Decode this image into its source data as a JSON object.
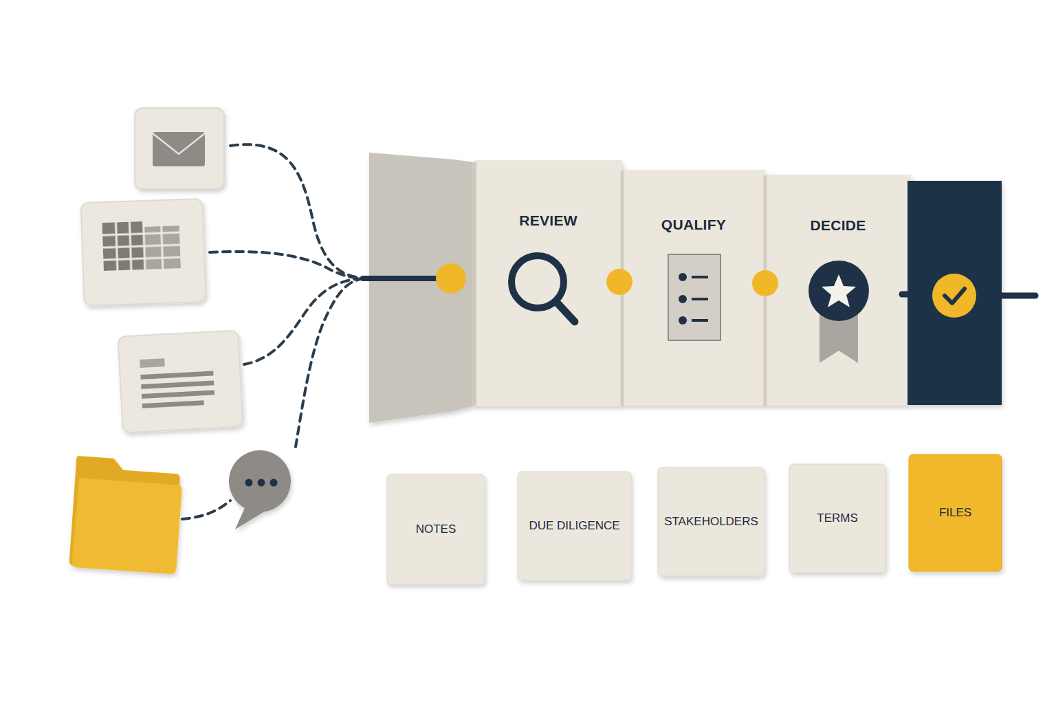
{
  "diagram": {
    "nodes": [
      {
        "text": [
          "REVIEW"
        ]
      },
      {
        "text": [
          "QUALIFY"
        ]
      },
      {
        "text": [
          "DECIDE"
        ]
      },
      {
        "text": [
          "NOTES"
        ]
      },
      {
        "text": [
          "DUE DILIGENCE"
        ]
      },
      {
        "text": [
          "STAKEHOLDERS"
        ]
      },
      {
        "text": [
          "TERMS"
        ]
      },
      {
        "text": [
          "FILES"
        ]
      }
    ]
  }
}
